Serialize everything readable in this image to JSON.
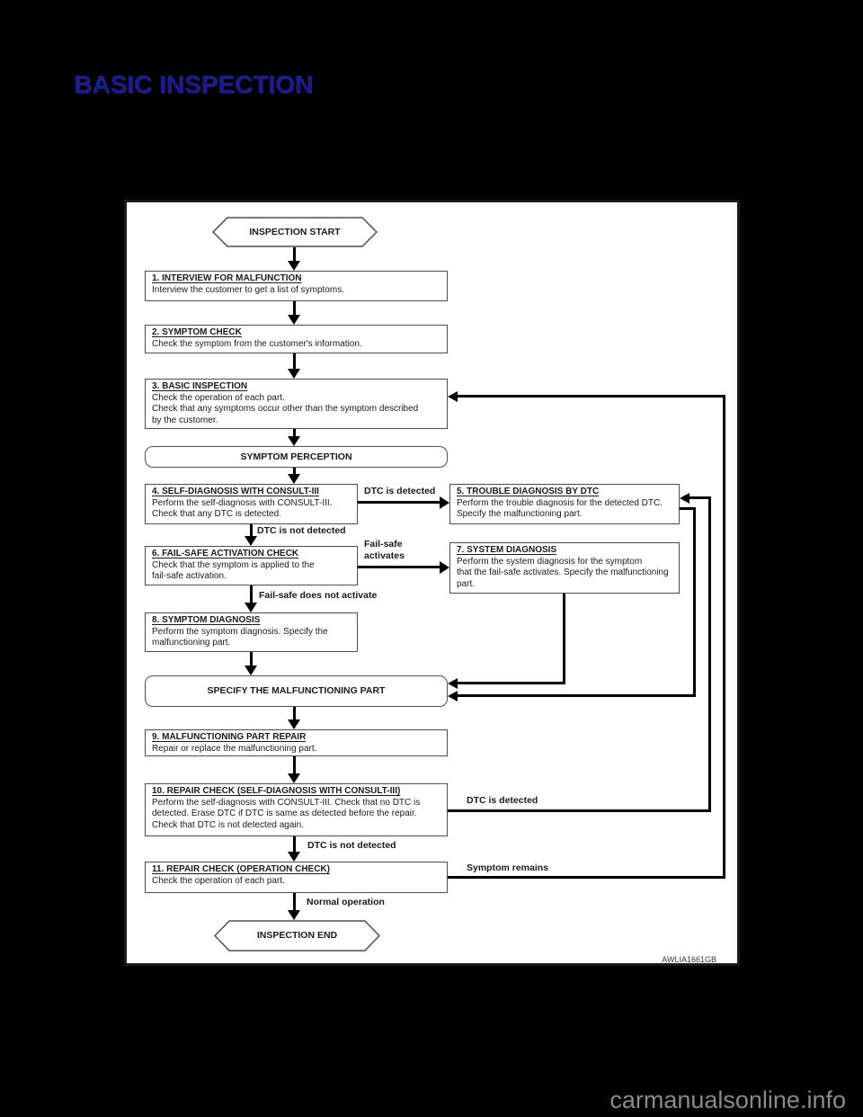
{
  "page": {
    "title": "BASIC INSPECTION",
    "watermark": "carmanualsonline.info",
    "colors": {
      "title": "#1b1b8e",
      "watermark": "#8a8a8a"
    }
  },
  "figure": {
    "code": "AWLIA1661GB",
    "start_terminal": "INSPECTION START",
    "end_terminal": "INSPECTION END",
    "connector_symptom_perception": "SYMPTOM PERCEPTION",
    "connector_specify_part": "SPECIFY THE MALFUNCTIONING PART",
    "steps": [
      {
        "title": "1. INTERVIEW FOR MALFUNCTION",
        "lines": [
          "Interview the customer to get a list of symptoms."
        ]
      },
      {
        "title": "2. SYMPTOM CHECK",
        "lines": [
          "Check the symptom from the customer's information."
        ]
      },
      {
        "title": "3. BASIC INSPECTION",
        "lines": [
          "Check the operation of each part.",
          "Check that any symptoms occur other than the symptom described",
          "by the customer."
        ]
      },
      {
        "title": "4. SELF-DIAGNOSIS WITH CONSULT-III",
        "lines": [
          "Perform the self-diagnosis with CONSULT-III.",
          "Check that any DTC is detected."
        ]
      },
      {
        "title": "5. TROUBLE DIAGNOSIS BY DTC",
        "lines": [
          "Perform the trouble diagnosis for the detected DTC.",
          "Specify the malfunctioning part."
        ]
      },
      {
        "title": "6. FAIL-SAFE ACTIVATION CHECK",
        "lines": [
          "Check that the symptom is applied to the",
          "fail-safe activation."
        ]
      },
      {
        "title": "7. SYSTEM DIAGNOSIS",
        "lines": [
          "Perform the system diagnosis for the symptom",
          "that the fail-safe activates. Specify the malfunctioning",
          "part."
        ]
      },
      {
        "title": "8. SYMPTOM DIAGNOSIS",
        "lines": [
          "Perform the symptom diagnosis. Specify the",
          "malfunctioning part."
        ]
      },
      {
        "title": "9. MALFUNCTIONING PART REPAIR",
        "lines": [
          "Repair or replace the malfunctioning part."
        ]
      },
      {
        "title": "10. REPAIR CHECK (SELF-DIAGNOSIS WITH CONSULT-III)",
        "lines": [
          "Perform the self-diagnosis with CONSULT-III. Check that no DTC is",
          "detected. Erase DTC if DTC is same as detected before the repair.",
          "Check that DTC is not detected again."
        ]
      },
      {
        "title": "11. REPAIR CHECK (OPERATION CHECK)",
        "lines": [
          "Check the operation of each part."
        ]
      }
    ],
    "labels": {
      "dtc_detected_1": "DTC is detected",
      "dtc_not_detected_1": "DTC is not detected",
      "failsafe_activates_line1": "Fail-safe",
      "failsafe_activates_line2": "activates",
      "failsafe_not_activate": "Fail-safe does not activate",
      "dtc_detected_2": "DTC is detected",
      "dtc_not_detected_2": "DTC is not detected",
      "symptom_remains": "Symptom remains",
      "normal_operation": "Normal operation"
    }
  }
}
